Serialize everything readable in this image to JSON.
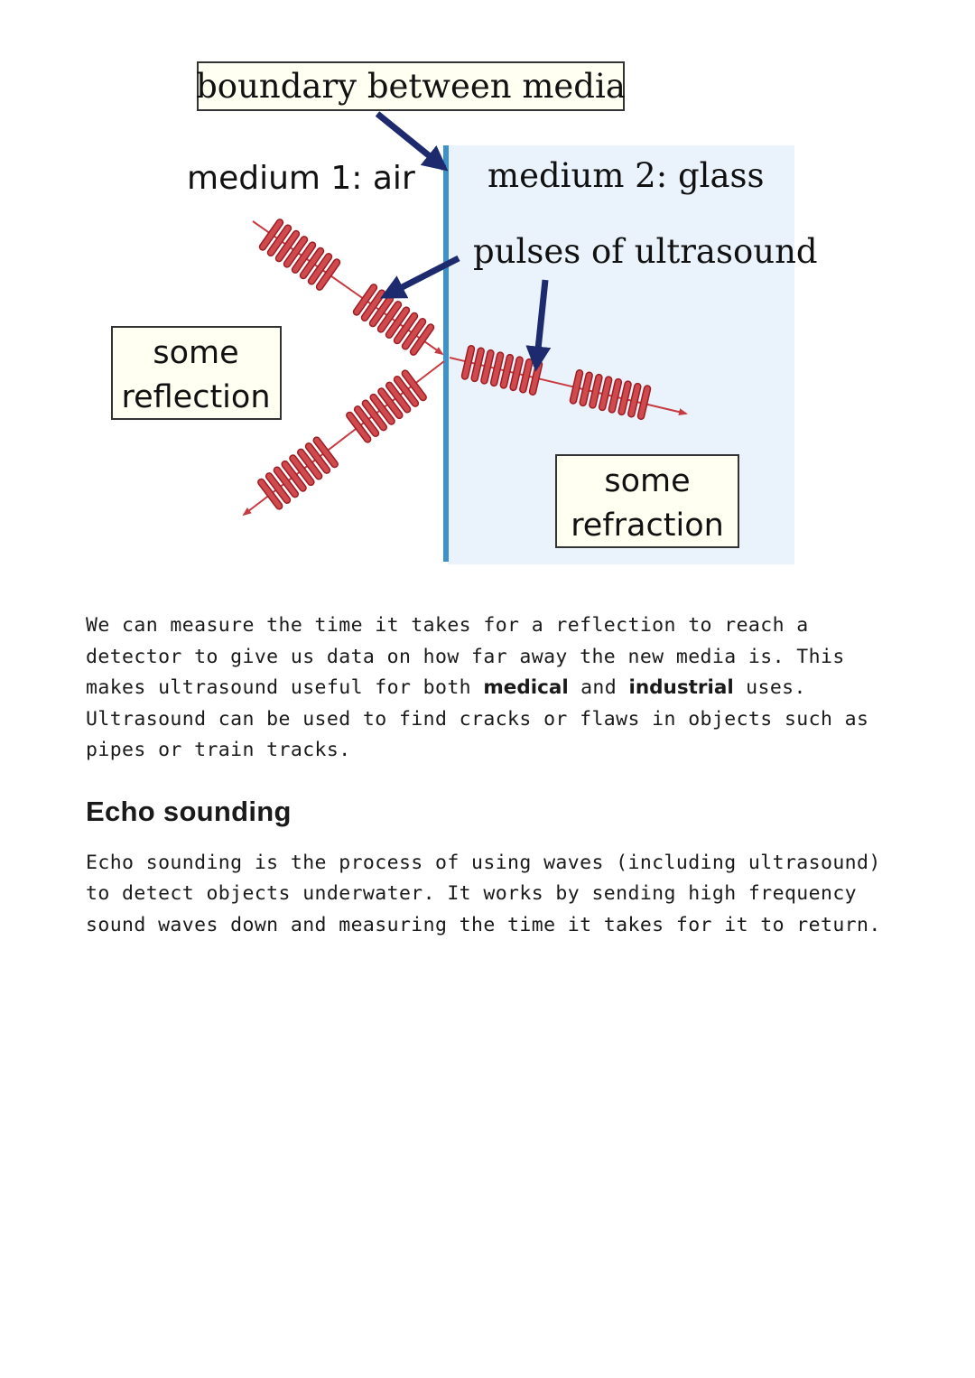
{
  "diagram": {
    "label_boundary": "boundary between media",
    "label_medium1": "medium 1: air",
    "label_medium2": "medium 2: glass",
    "label_pulses": "pulses of ultrasound",
    "label_reflection_line1": "some",
    "label_reflection_line2": "reflection",
    "label_refraction_line1": "some",
    "label_refraction_line2": "refraction",
    "colors": {
      "glass_bg": "#eaf3fc",
      "boundary_line": "#3d92c9",
      "pulse_fill": "#d0494d",
      "pulse_stroke": "#9b1e24",
      "arrow": "#1e2a6e",
      "box_fill": "#fffff2",
      "box_stroke": "#333333"
    }
  },
  "article": {
    "para1_part1": "We can measure the time it takes for a reflection to reach a detector to give us data on how far away the new media is. This makes ultrasound useful for both ",
    "para1_bold1": "medical",
    "para1_part2": " and ",
    "para1_bold2": "industrial",
    "para1_part3": " uses. Ultrasound can be used to find cracks or flaws in objects such as pipes or train tracks.",
    "heading": "Echo sounding",
    "para2": "Echo sounding is the process of using waves (including ultrasound) to detect objects underwater. It works by sending high frequency sound waves down and measuring the time it takes for it to return."
  }
}
